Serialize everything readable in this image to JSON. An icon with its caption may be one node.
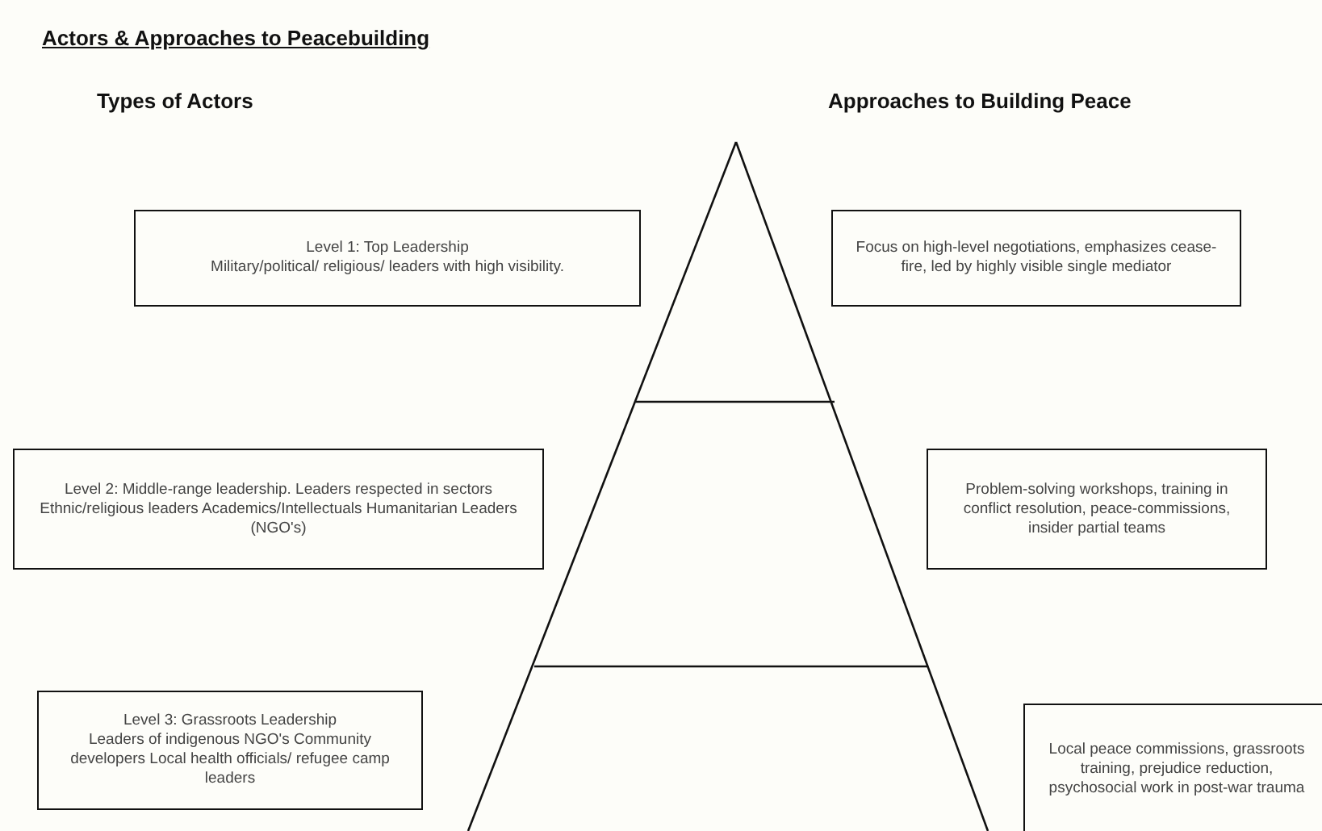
{
  "diagram": {
    "title": "Actors & Approaches to Peacebuilding",
    "nodes": [
      {
        "text": [
          "Level 1: Top Leadership",
          "Military/political/ religious/ leaders with high visibility."
        ]
      },
      {
        "text": [
          "Focus on high-level negotiations, emphasizes cease-fire, led by highly visible single mediator"
        ]
      },
      {
        "text": [
          "Level 2: Middle-range leadership. Leaders respected in sectors Ethnic/religious leaders Academics/Intellectuals Humanitarian Leaders (NGO's)"
        ]
      },
      {
        "text": [
          "Problem-solving workshops, training in conflict resolution, peace-commissions, insider partial teams"
        ]
      },
      {
        "text": [
          "Level 3: Grassroots Leadership",
          "Leaders of indigenous NGO's Community developers Local health officials/ refugee camp leaders"
        ]
      },
      {
        "text": [
          "Local peace commissions, grassroots training, prejudice reduction, psychosocial work in post-war trauma"
        ]
      }
    ],
    "labels": [
      "Types of Actors",
      "Approaches to Building Peace"
    ]
  }
}
